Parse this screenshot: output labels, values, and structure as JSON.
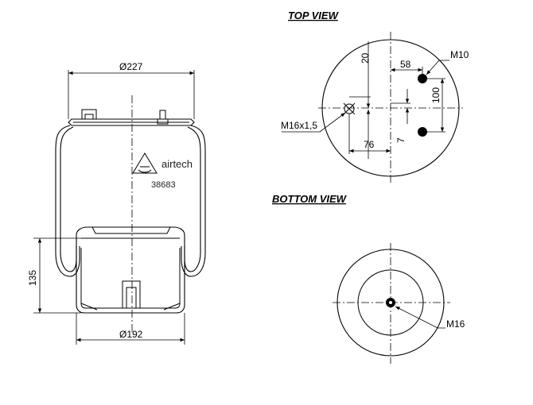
{
  "views": {
    "top": "TOP VIEW",
    "bottom": "BOTTOM VIEW"
  },
  "brand": {
    "name": "airtech",
    "part_number": "38683"
  },
  "dimensions": {
    "top_diameter": "Ø227",
    "bottom_diameter": "Ø192",
    "height": "135",
    "d20": "20",
    "d58": "58",
    "d100": "100",
    "d76": "76",
    "d7": "7"
  },
  "threads": {
    "m10": "M10",
    "m16x15": "M16x1,5",
    "m16": "M16"
  }
}
